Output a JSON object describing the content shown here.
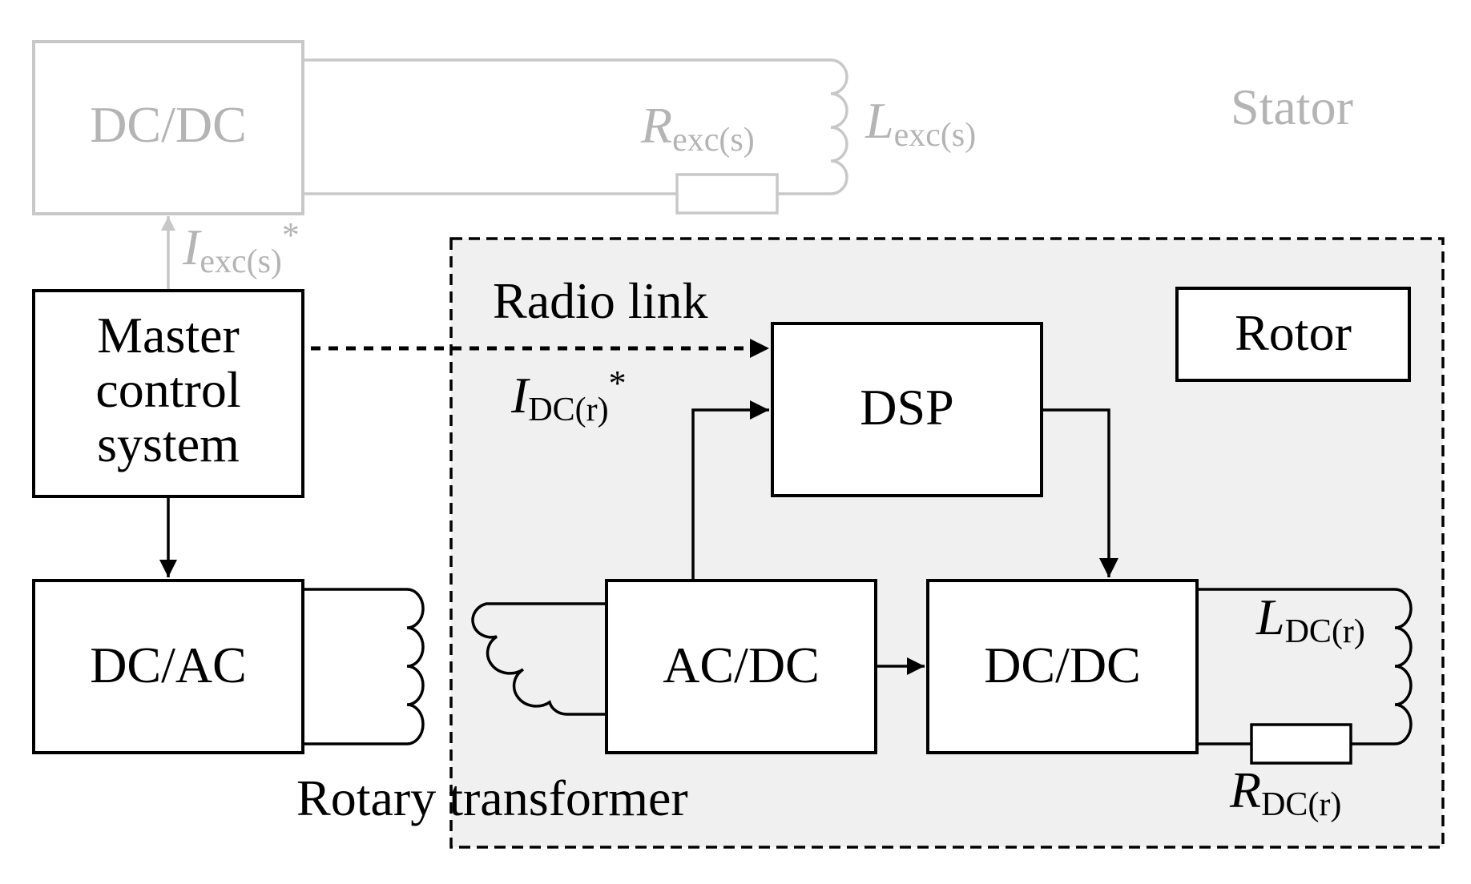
{
  "stator": {
    "region_label": "Stator",
    "dcdc_label": "DC/DC",
    "resistor": {
      "symbol": "R",
      "subscript": "exc(s)"
    },
    "inductor": {
      "symbol": "L",
      "subscript": "exc(s)"
    },
    "reference": {
      "symbol": "I",
      "subscript": "exc(s)",
      "superscript": "*"
    }
  },
  "master": {
    "lines": [
      "Master",
      "control",
      "system"
    ],
    "dcac_label": "DC/AC"
  },
  "rotor": {
    "region_label": "Rotor",
    "radio_link_label": "Radio link",
    "dsp_label": "DSP",
    "acdc_label": "AC/DC",
    "dcdc_label": "DC/DC",
    "reference": {
      "symbol": "I",
      "subscript": "DC(r)",
      "superscript": "*"
    },
    "inductor": {
      "symbol": "L",
      "subscript": "DC(r)"
    },
    "resistor": {
      "symbol": "R",
      "subscript": "DC(r)"
    }
  },
  "transformer": {
    "label_part1": "Rotary",
    "label_part2": "transformer"
  },
  "colors": {
    "stator_gray": "#c8c8c8",
    "stator_text": "#b4b4b4",
    "rotor_fill": "#f0f0f0",
    "line": "#000000"
  }
}
